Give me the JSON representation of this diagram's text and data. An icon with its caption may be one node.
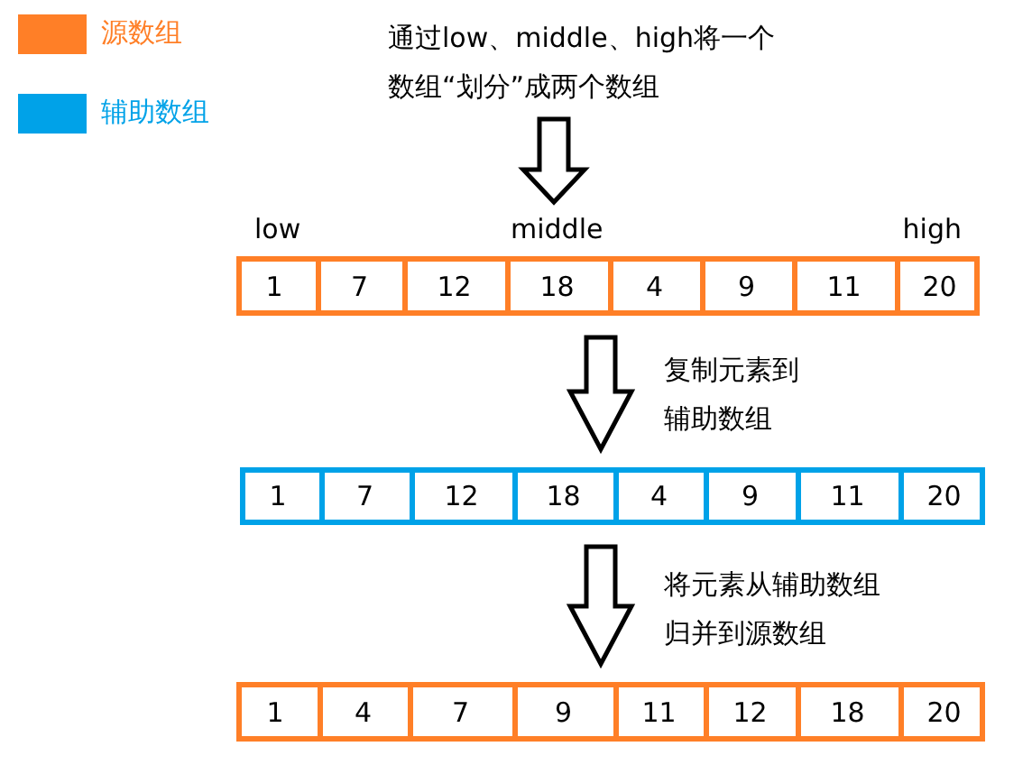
{
  "diagram": {
    "nodes": [
      {
        "text": [
          "通过low、middle、high将一个数组“划分”成两个数组"
        ]
      },
      {
        "text": [],
        "shape": "bar"
      },
      {
        "text": [
          "1"
        ],
        "in": 1
      },
      {
        "text": [
          "7"
        ],
        "in": 1
      },
      {
        "text": [
          "12"
        ],
        "in": 1
      },
      {
        "text": [
          "18"
        ],
        "in": 1
      },
      {
        "text": [
          "4"
        ],
        "in": 1
      },
      {
        "text": [
          "9"
        ],
        "in": 1
      },
      {
        "text": [
          "11"
        ],
        "in": 1
      },
      {
        "text": [
          "20"
        ],
        "in": 1
      },
      {
        "text": [],
        "shape": "bar"
      },
      {
        "text": [
          "1"
        ],
        "in": 10
      },
      {
        "text": [
          "7"
        ],
        "in": 10
      },
      {
        "text": [
          "12"
        ],
        "in": 10
      },
      {
        "text": [
          "18"
        ],
        "in": 10
      },
      {
        "text": [
          "4"
        ],
        "in": 10
      },
      {
        "text": [
          "9"
        ],
        "in": 10
      },
      {
        "text": [
          "11"
        ],
        "in": 10
      },
      {
        "text": [
          "20"
        ],
        "in": 10
      },
      {
        "text": [],
        "shape": "bar"
      },
      {
        "text": [
          "1"
        ],
        "in": 19
      },
      {
        "text": [
          "4"
        ],
        "in": 19
      },
      {
        "text": [
          "7"
        ],
        "in": 19
      },
      {
        "text": [
          "9"
        ],
        "in": 19
      },
      {
        "text": [
          "11"
        ],
        "in": 19
      },
      {
        "text": [
          "12"
        ],
        "in": 19
      },
      {
        "text": [
          "18"
        ],
        "in": 19
      },
      {
        "text": [
          "20"
        ],
        "in": 19
      }
    ],
    "edges": [
      {
        "from": 0,
        "to": 1,
        "arrow": "to"
      },
      {
        "from": 1,
        "to": 10,
        "arrow": "to",
        "label": "复制元素到辅助数组"
      },
      {
        "from": 10,
        "to": 19,
        "arrow": "to",
        "label": "将元素从辅助数组归并到源数组"
      }
    ],
    "labels": [
      "low",
      "middle",
      "high"
    ],
    "legend": [
      {
        "text": "源数组",
        "color": "#ff7f27"
      },
      {
        "text": "辅助数组",
        "color": "#00a2e8"
      }
    ]
  }
}
